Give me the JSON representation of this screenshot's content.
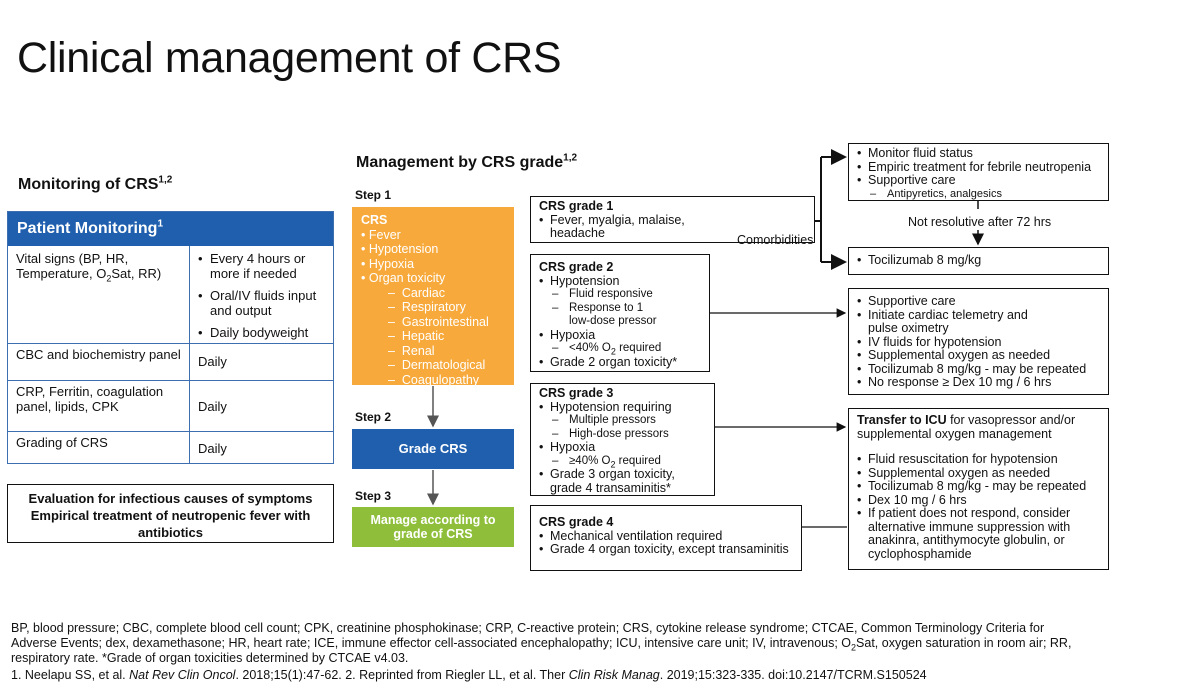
{
  "title": "Clinical management of CRS",
  "monitoring": {
    "heading": "Monitoring of CRS",
    "heading_sup": "1,2",
    "table_header": "Patient Monitoring",
    "table_header_sup": "1",
    "vitals_line1": "Vital signs (BP, HR,",
    "vitals_line2_a": "Temperature, O",
    "vitals_line2_sub": "2",
    "vitals_line2_b": "Sat, RR)",
    "vitals_items": [
      "Every 4 hours or more if needed",
      "Oral/IV fluids input and output",
      "Daily bodyweight"
    ],
    "rows": [
      {
        "label": "CBC and biochemistry panel",
        "value": "Daily"
      },
      {
        "label": "CRP, Ferritin, coagulation panel, lipids, CPK",
        "value": "Daily"
      },
      {
        "label": "Grading of CRS",
        "value": "Daily"
      }
    ],
    "evaluation_lines": [
      "Evaluation for infectious causes of symptoms",
      "Empirical treatment of neutropenic fever with",
      "antibiotics"
    ]
  },
  "management": {
    "heading": "Management by CRS grade",
    "heading_sup": "1,2",
    "step1": "Step 1",
    "step2": "Step 2",
    "step3": "Step 3",
    "crs_box": {
      "title": "CRS",
      "items": [
        "Fever",
        "Hypotension",
        "Hypoxia",
        "Organ toxicity"
      ],
      "subitems": [
        "Cardiac",
        "Respiratory",
        "Gastrointestinal",
        "Hepatic",
        "Renal",
        "Dermatological",
        "Coagulopathy"
      ]
    },
    "grade_box": "Grade CRS",
    "manage_box_line1": "Manage according to",
    "manage_box_line2": "grade of CRS",
    "grade1": {
      "title": "CRS grade 1",
      "line1": "Fever, myalgia, malaise,",
      "line2": "headache"
    },
    "grade2": {
      "title": "CRS grade 2",
      "hypotension": "Hypotension",
      "sub1": "Fluid responsive",
      "sub2a": "Response to 1",
      "sub2b": "low-dose pressor",
      "hypoxia": "Hypoxia",
      "sub3_a": "<40% O",
      "sub3_sub": "2",
      "sub3_b": " required",
      "toxicity": "Grade 2 organ toxicity*"
    },
    "grade3": {
      "title": "CRS grade 3",
      "hypotension": "Hypotension requiring",
      "sub1": "Multiple pressors",
      "sub2": "High-dose pressors",
      "hypoxia": "Hypoxia",
      "sub3_a": "≥40% O",
      "sub3_sub": "2",
      "sub3_b": " required",
      "toxicity_line1": "Grade 3 organ toxicity,",
      "toxicity_line2": "grade 4 transaminitis*"
    },
    "grade4": {
      "title": "CRS grade 4",
      "items": [
        "Mechanical ventilation required",
        "Grade 4 organ toxicity, except transaminitis"
      ]
    },
    "comorbidities": "Comorbidities",
    "action1": {
      "items": [
        "Monitor fluid status",
        "Empiric treatment for febrile neutropenia",
        "Supportive care"
      ],
      "sub": "Antipyretics, analgesics"
    },
    "not_resolutive": "Not resolutive after 72 hrs",
    "action_toci": "Tocilizumab 8 mg/kg",
    "action2": {
      "items": [
        "Supportive care",
        "Initiate cardiac telemetry and",
        "pulse oximetry",
        "IV fluids for hypotension",
        "Supplemental oxygen as needed",
        "Tocilizumab 8 mg/kg - may be repeated",
        "No response ≥ Dex 10 mg / 6 hrs"
      ]
    },
    "action3": {
      "title_bold": "Transfer to ICU",
      "title_rest": " for vasopressor and/or",
      "title_line2": "supplemental oxygen management",
      "items": [
        "Fluid resuscitation for hypotension",
        "Supplemental oxygen as needed",
        "Tocilizumab 8 mg/kg - may be repeated",
        "Dex 10 mg / 6 hrs",
        "If patient does not respond, consider"
      ],
      "cont": [
        "alternative immune suppression with",
        "anakinra, antithymocyte globulin, or",
        "cyclophosphamide"
      ]
    }
  },
  "footer": {
    "line1": "BP, blood pressure; CBC, complete blood cell count; CPK, creatinine phosphokinase; CRP, C-reactive protein; CRS, cytokine release syndrome; CTCAE, Common Terminology Criteria for",
    "line2_a": "Adverse Events; dex, dexamethasone; HR, heart rate; ICE, immune effector cell-associated encephalopathy; ICU, intensive care unit; IV, intravenous; O",
    "line2_sub": "2",
    "line2_b": "Sat, oxygen saturation in room air; RR,",
    "line3": "respiratory rate.  *Grade of organ toxicities determined by CTCAE v4.03.",
    "ref_a": "1. Neelapu SS, et al. ",
    "ref_journal1": "Nat Rev Clin Oncol",
    "ref_b": ". 2018;15(1):47-62. 2. Reprinted from Riegler LL, et al. Ther ",
    "ref_journal2": "Clin Risk Manag",
    "ref_c": ". 2019;15:323-335. doi:10.2147/TCRM.S150524"
  },
  "colors": {
    "blue": "#1f5fae",
    "orange": "#f7a93b",
    "green": "#8fbf3a"
  }
}
